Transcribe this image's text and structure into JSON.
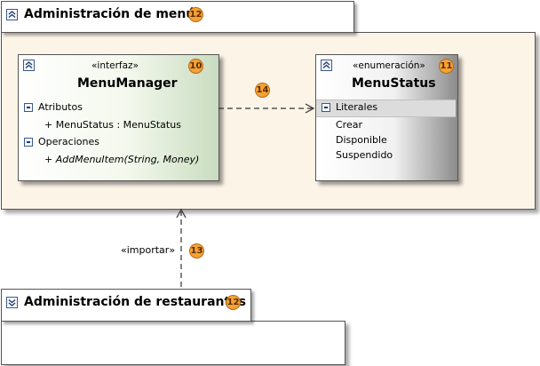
{
  "packages": {
    "menus": {
      "title": "Administración de menús",
      "badge": "12"
    },
    "restaurantes": {
      "title": "Administración de restaurantes",
      "badge": "12"
    }
  },
  "classes": {
    "menu_manager": {
      "stereotype": "«interfaz»",
      "name": "MenuManager",
      "badge": "10",
      "attributes_label": "Atributos",
      "attributes": [
        "+ MenuStatus : MenuStatus"
      ],
      "operations_label": "Operaciones",
      "operations": [
        "+ AddMenuItem(String, Money)"
      ]
    },
    "menu_status": {
      "stereotype": "«enumeración»",
      "name": "MenuStatus",
      "badge": "11",
      "literals_label": "Literales",
      "literals": [
        "Crear",
        "Disponible",
        "Suspendido"
      ]
    }
  },
  "relationships": {
    "dependency": {
      "badge": "14"
    },
    "import": {
      "label": "«importar»",
      "badge": "13"
    }
  },
  "colors": {
    "package_fill": "#fdf4e8",
    "badge_fill": "#f4a236",
    "interface_gradient_end": "#c9dcc0",
    "enum_gradient_end": "#8c8c8c"
  }
}
